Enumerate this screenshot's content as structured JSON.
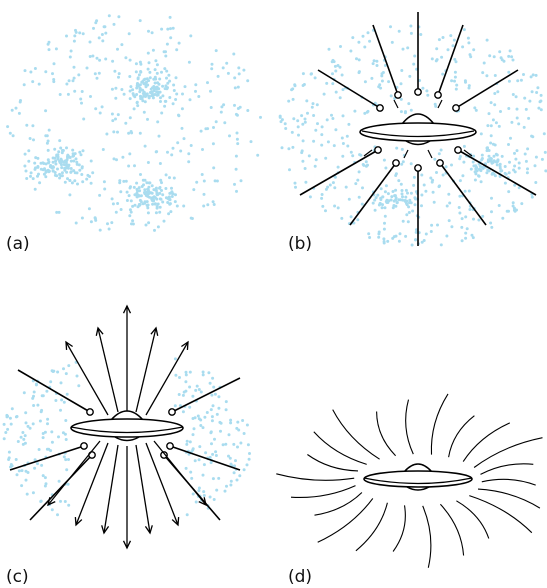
{
  "panels": [
    {
      "id": "a",
      "label": "(a)"
    },
    {
      "id": "b",
      "label": "(b)"
    },
    {
      "id": "c",
      "label": "(c)"
    },
    {
      "id": "d",
      "label": "(d)"
    }
  ],
  "colors": {
    "dots": "#a9dcef",
    "lines": "#000000",
    "saucer_fill": "#ffffff"
  }
}
